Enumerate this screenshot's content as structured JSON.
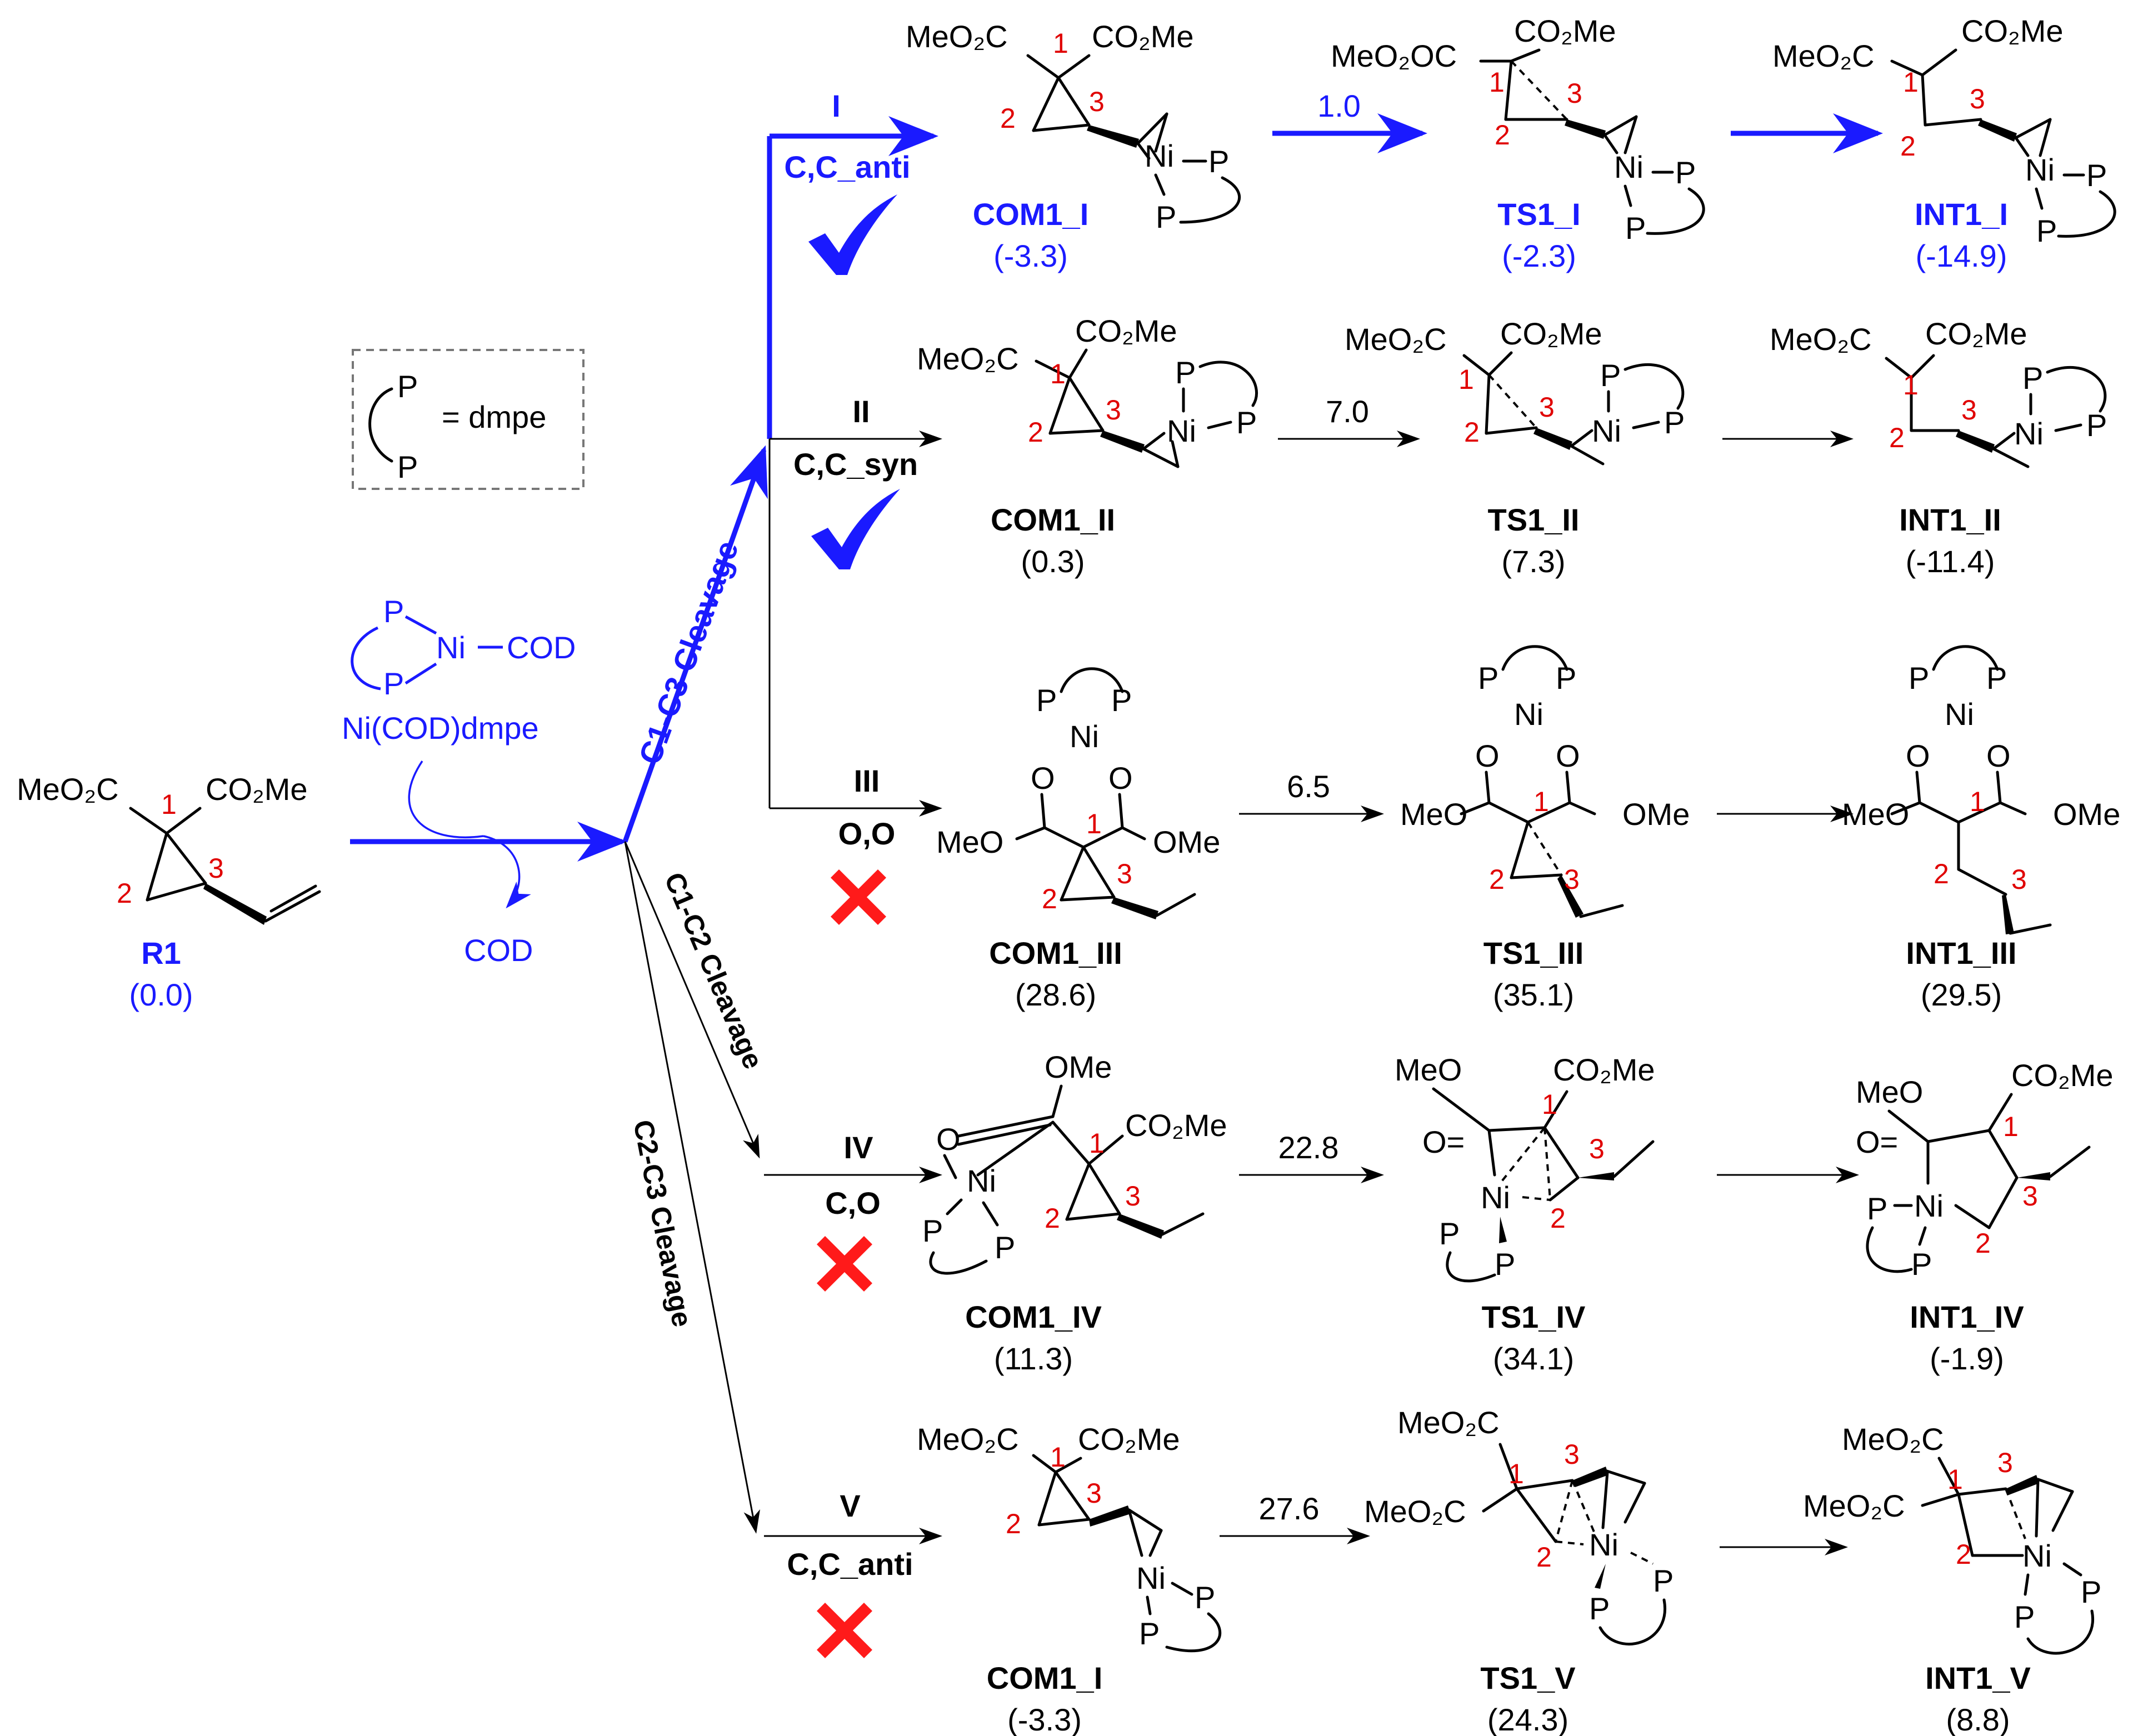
{
  "legend": {
    "ligand_atom": "P",
    "ligand_equals": "= dmpe"
  },
  "reactant": {
    "id": "R1",
    "energy": "(0.0)"
  },
  "reagent": {
    "complex_metal": "Ni",
    "complex_ligand": "COD",
    "name": "Ni(COD)dmpe",
    "released": "COD"
  },
  "branches": {
    "c1c3": "C1-C3 Cleavage",
    "c1c2": "C1-C2 Cleavage",
    "c2c3": "C2-C3 Cleavage"
  },
  "pathways": [
    {
      "roman": "I",
      "mode": "C,C_anti",
      "verdict": "check",
      "barrier": "1.0",
      "com": {
        "id": "COM1_I",
        "energy": "(-3.3)"
      },
      "ts": {
        "id": "TS1_I",
        "energy": "(-2.3)"
      },
      "int": {
        "id": "INT1_I",
        "energy": "(-14.9)"
      }
    },
    {
      "roman": "II",
      "mode": "C,C_syn",
      "verdict": "check",
      "barrier": "7.0",
      "com": {
        "id": "COM1_II",
        "energy": "(0.3)"
      },
      "ts": {
        "id": "TS1_II",
        "energy": "(7.3)"
      },
      "int": {
        "id": "INT1_II",
        "energy": "(-11.4)"
      }
    },
    {
      "roman": "III",
      "mode": "O,O",
      "verdict": "cross",
      "barrier": "6.5",
      "com": {
        "id": "COM1_III",
        "energy": "(28.6)"
      },
      "ts": {
        "id": "TS1_III",
        "energy": "(35.1)"
      },
      "int": {
        "id": "INT1_III",
        "energy": "(29.5)"
      }
    },
    {
      "roman": "IV",
      "mode": "C,O",
      "verdict": "cross",
      "barrier": "22.8",
      "com": {
        "id": "COM1_IV",
        "energy": "(11.3)"
      },
      "ts": {
        "id": "TS1_IV",
        "energy": "(34.1)"
      },
      "int": {
        "id": "INT1_IV",
        "energy": "(-1.9)"
      }
    },
    {
      "roman": "V",
      "mode": "C,C_anti",
      "verdict": "cross",
      "barrier": "27.6",
      "com": {
        "id": "COM1_I",
        "energy": "(-3.3)"
      },
      "ts": {
        "id": "TS1_V",
        "energy": "(24.3)"
      },
      "int": {
        "id": "INT1_V",
        "energy": "(8.8)"
      }
    }
  ],
  "groups": {
    "ester_left": "MeO₂C",
    "ester_right": "CO₂Me",
    "ester_left_oc": "MeO₂OC",
    "methoxy": "MeO",
    "ome": "OMe",
    "oxygen": "O",
    "oxo": "O=",
    "metal": "Ni",
    "phosphorus": "P"
  },
  "colors": {
    "favored": "#1a1aff",
    "atom_numbers": "#e00000",
    "cross": "#ff1a1a",
    "default": "#000000"
  },
  "icons": {
    "favored": "check-mark-icon",
    "disfavored": "cross-mark-icon"
  }
}
